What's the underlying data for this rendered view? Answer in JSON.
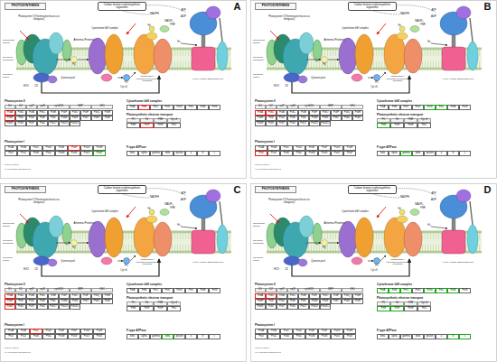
{
  "diagram": {
    "nodes": [
      {
        "text": [
          "PHOTOSYNTHESIS"
        ]
      },
      {
        "text": [
          "Carbon fixation in photosynthetic organisms"
        ]
      },
      {
        "text": [
          "PHOTOSYNTHESIS"
        ]
      },
      {
        "text": [
          "Carbon fixation in photosynthetic organisms"
        ]
      },
      {
        "text": [
          "PHOTOSYNTHESIS"
        ]
      },
      {
        "text": [
          "Carbon fixation in photosynthetic organisms"
        ]
      },
      {
        "text": [
          "PHOTOSYNTHESIS"
        ]
      },
      {
        "text": [
          "Carbon fixation in photosynthetic organisms"
        ]
      }
    ],
    "labels": [
      "A",
      "Chloroplast stroma",
      "Thylakoid membrane",
      "Thylakoid lumen",
      "Antenna Proteins",
      "Photosystem II (Thermosynechococcus elongatus)",
      "Photosystem I (Thermosynechococcus elongatus)",
      "Cytochrome b6/f complex",
      "F-type ATPase (Escherichia coli)",
      "NADPH",
      "NADP+",
      "H+",
      "ATP",
      "ADP",
      "H2O",
      "O2",
      "Quinone pool",
      "PQ",
      "PC",
      "Fd",
      "FNR",
      "Cyt c6",
      "Photosystem II",
      "D1",
      "D2",
      "cp47",
      "cp43",
      "cyt b559",
      "MSP",
      "OEC",
      "PsbA",
      "PsbD",
      "PsbB",
      "PsbC",
      "PsbE",
      "PsbF",
      "PsbO",
      "PsbP",
      "PsbQ",
      "PsbR",
      "PsbH",
      "PsbI",
      "PsbJ",
      "PsbK",
      "PsbL",
      "PsbM",
      "PsbN",
      "PsbT",
      "PsbU",
      "PsbV",
      "PsbW",
      "PsbX",
      "PsbY",
      "PsbZ",
      "Psb27",
      "Psb28",
      "Psb28-2",
      "Cytochrome b6/f complex",
      "PetA",
      "PetB",
      "PetC",
      "PetD",
      "PetG",
      "PetL",
      "PetM",
      "PetN",
      "Photosynthetic electron transport",
      "PC",
      "Fd",
      "FNR",
      "Cyt c6",
      "PetE",
      "PetF",
      "PetH",
      "PetJ",
      "Photosystem I",
      "PsaA",
      "PsaB",
      "PsaC",
      "PsaD",
      "PsaE",
      "PsaF",
      "PsaG",
      "PsaH",
      "PsaI",
      "PsaJ",
      "PsaK",
      "PsaL",
      "PsaM",
      "PsaN",
      "PsaO",
      "PsaX",
      "F-type ATPase",
      "beta",
      "alpha",
      "gamma",
      "delta",
      "epsilon",
      "a",
      "b",
      "c",
      "00195 6/12/16",
      "(c) Kanehisa Laboratories",
      "B",
      "Chloroplast stroma",
      "Thylakoid membrane",
      "Thylakoid lumen",
      "Antenna Proteins",
      "Photosystem II (Thermosynechococcus elongatus)",
      "Photosystem I (Thermosynechococcus elongatus)",
      "Cytochrome b6/f complex",
      "F-type ATPase (Escherichia coli)",
      "NADPH",
      "NADP+",
      "H+",
      "ATP",
      "ADP",
      "H2O",
      "O2",
      "Quinone pool",
      "PQ",
      "PC",
      "Fd",
      "FNR",
      "Cyt c6",
      "Photosystem II",
      "D1",
      "D2",
      "cp47",
      "cp43",
      "cyt b559",
      "MSP",
      "OEC",
      "PsbA",
      "PsbD",
      "PsbB",
      "PsbC",
      "PsbE",
      "PsbF",
      "PsbO",
      "PsbP",
      "PsbQ",
      "PsbR",
      "PsbH",
      "PsbI",
      "PsbJ",
      "PsbK",
      "PsbL",
      "PsbM",
      "PsbN",
      "PsbT",
      "PsbU",
      "PsbV",
      "PsbW",
      "PsbX",
      "PsbY",
      "PsbZ",
      "Psb27",
      "Psb28",
      "Psb28-2",
      "Cytochrome b6/f complex",
      "PetA",
      "PetB",
      "PetC",
      "PetD",
      "PetG",
      "PetL",
      "PetM",
      "PetN",
      "Photosynthetic electron transport",
      "PC",
      "Fd",
      "FNR",
      "Cyt c6",
      "PetE",
      "PetF",
      "PetH",
      "PetJ",
      "Photosystem I",
      "PsaA",
      "PsaB",
      "PsaC",
      "PsaD",
      "PsaE",
      "PsaF",
      "PsaG",
      "PsaH",
      "PsaI",
      "PsaJ",
      "PsaK",
      "PsaL",
      "PsaM",
      "PsaN",
      "PsaO",
      "PsaX",
      "F-type ATPase",
      "beta",
      "alpha",
      "gamma",
      "delta",
      "epsilon",
      "a",
      "b",
      "c",
      "00195 6/12/16",
      "(c) Kanehisa Laboratories",
      "C",
      "Chloroplast stroma",
      "Thylakoid membrane",
      "Thylakoid lumen",
      "Antenna Proteins",
      "Photosystem II (Thermosynechococcus elongatus)",
      "Photosystem I (Thermosynechococcus elongatus)",
      "Cytochrome b6/f complex",
      "F-type ATPase (Escherichia coli)",
      "NADPH",
      "NADP+",
      "H+",
      "ATP",
      "ADP",
      "H2O",
      "O2",
      "Quinone pool",
      "PQ",
      "PC",
      "Fd",
      "FNR",
      "Cyt c6",
      "Photosystem II",
      "D1",
      "D2",
      "cp47",
      "cp43",
      "cyt b559",
      "MSP",
      "OEC",
      "PsbA",
      "PsbD",
      "PsbB",
      "PsbC",
      "PsbE",
      "PsbF",
      "PsbO",
      "PsbP",
      "PsbQ",
      "PsbR",
      "PsbH",
      "PsbI",
      "PsbJ",
      "PsbK",
      "PsbL",
      "PsbM",
      "PsbN",
      "PsbT",
      "PsbU",
      "PsbV",
      "PsbW",
      "PsbX",
      "PsbY",
      "PsbZ",
      "Psb27",
      "Psb28",
      "Psb28-2",
      "Cytochrome b6/f complex",
      "PetA",
      "PetB",
      "PetC",
      "PetD",
      "PetG",
      "PetL",
      "PetM",
      "PetN",
      "Photosynthetic electron transport",
      "PC",
      "Fd",
      "FNR",
      "Cyt c6",
      "PetE",
      "PetF",
      "PetH",
      "PetJ",
      "Photosystem I",
      "PsaA",
      "PsaB",
      "PsaC",
      "PsaD",
      "PsaE",
      "PsaF",
      "PsaG",
      "PsaH",
      "PsaI",
      "PsaJ",
      "PsaK",
      "PsaL",
      "PsaM",
      "PsaN",
      "PsaO",
      "PsaX",
      "F-type ATPase",
      "beta",
      "alpha",
      "gamma",
      "delta",
      "epsilon",
      "a",
      "b",
      "c",
      "00195 6/12/16",
      "(c) Kanehisa Laboratories",
      "D",
      "Chloroplast stroma",
      "Thylakoid membrane",
      "Thylakoid lumen",
      "Antenna Proteins",
      "Photosystem II (Thermosynechococcus elongatus)",
      "Photosystem I (Thermosynechococcus elongatus)",
      "Cytochrome b6/f complex",
      "F-type ATPase (Escherichia coli)",
      "NADPH",
      "NADP+",
      "H+",
      "ATP",
      "ADP",
      "H2O",
      "O2",
      "Quinone pool",
      "PQ",
      "PC",
      "Fd",
      "FNR",
      "Cyt c6",
      "Photosystem II",
      "D1",
      "D2",
      "cp47",
      "cp43",
      "cyt b559",
      "MSP",
      "OEC",
      "PsbA",
      "PsbD",
      "PsbB",
      "PsbC",
      "PsbE",
      "PsbF",
      "PsbO",
      "PsbP",
      "PsbQ",
      "PsbR",
      "PsbH",
      "PsbI",
      "PsbJ",
      "PsbK",
      "PsbL",
      "PsbM",
      "PsbN",
      "PsbT",
      "PsbU",
      "PsbV",
      "PsbW",
      "PsbX",
      "PsbY",
      "PsbZ",
      "Psb27",
      "Psb28",
      "Psb28-2",
      "Cytochrome b6/f complex",
      "PetA",
      "PetB",
      "PetC",
      "PetD",
      "PetG",
      "PetL",
      "PetM",
      "PetN",
      "Photosynthetic electron transport",
      "PC",
      "Fd",
      "FNR",
      "Cyt c6",
      "PetE",
      "PetF",
      "PetH",
      "PetJ",
      "Photosystem I",
      "PsaA",
      "PsaB",
      "PsaC",
      "PsaD",
      "PsaE",
      "PsaF",
      "PsaG",
      "PsaH",
      "PsaI",
      "PsaJ",
      "PsaK",
      "PsaL",
      "PsaM",
      "PsaN",
      "PsaO",
      "PsaX",
      "F-type ATPase",
      "beta",
      "alpha",
      "gamma",
      "delta",
      "epsilon",
      "a",
      "b",
      "c",
      "00195 6/12/16",
      "(c) Kanehisa Laboratories"
    ]
  }
}
